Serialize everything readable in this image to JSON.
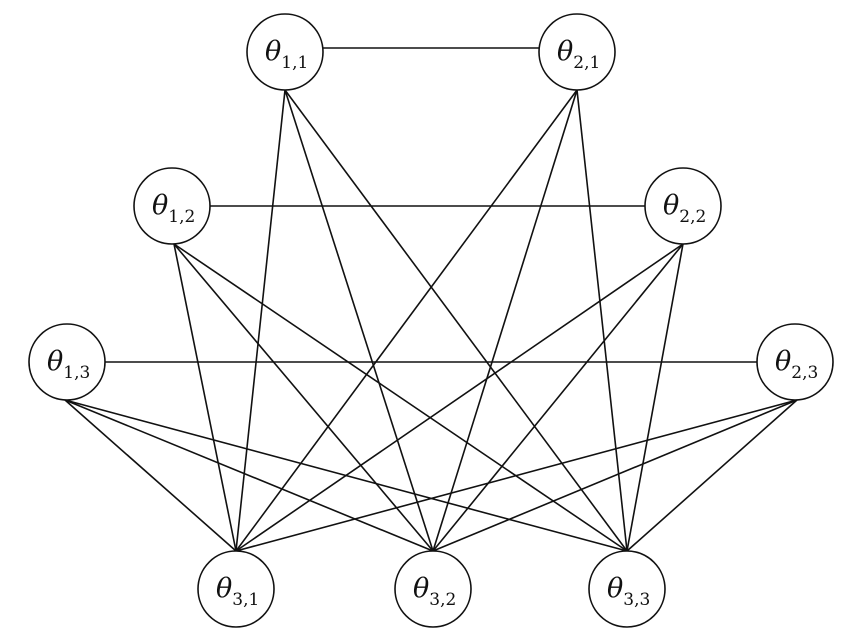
{
  "diagram": {
    "nodes": [
      {
        "id": "t11",
        "symbol": "θ",
        "subscript": "1,1"
      },
      {
        "id": "t21",
        "symbol": "θ",
        "subscript": "2,1"
      },
      {
        "id": "t12",
        "symbol": "θ",
        "subscript": "1,2"
      },
      {
        "id": "t22",
        "symbol": "θ",
        "subscript": "2,2"
      },
      {
        "id": "t13",
        "symbol": "θ",
        "subscript": "1,3"
      },
      {
        "id": "t23",
        "symbol": "θ",
        "subscript": "2,3"
      },
      {
        "id": "t31",
        "symbol": "θ",
        "subscript": "3,1"
      },
      {
        "id": "t32",
        "symbol": "θ",
        "subscript": "3,2"
      },
      {
        "id": "t33",
        "symbol": "θ",
        "subscript": "3,3"
      }
    ],
    "edges": [
      [
        "t11",
        "t21"
      ],
      [
        "t12",
        "t22"
      ],
      [
        "t13",
        "t23"
      ],
      [
        "t11",
        "t31"
      ],
      [
        "t11",
        "t32"
      ],
      [
        "t11",
        "t33"
      ],
      [
        "t21",
        "t31"
      ],
      [
        "t21",
        "t32"
      ],
      [
        "t21",
        "t33"
      ],
      [
        "t12",
        "t31"
      ],
      [
        "t12",
        "t32"
      ],
      [
        "t12",
        "t33"
      ],
      [
        "t22",
        "t31"
      ],
      [
        "t22",
        "t32"
      ],
      [
        "t22",
        "t33"
      ],
      [
        "t13",
        "t31"
      ],
      [
        "t13",
        "t32"
      ],
      [
        "t13",
        "t33"
      ],
      [
        "t23",
        "t31"
      ],
      [
        "t23",
        "t32"
      ],
      [
        "t23",
        "t33"
      ]
    ]
  }
}
